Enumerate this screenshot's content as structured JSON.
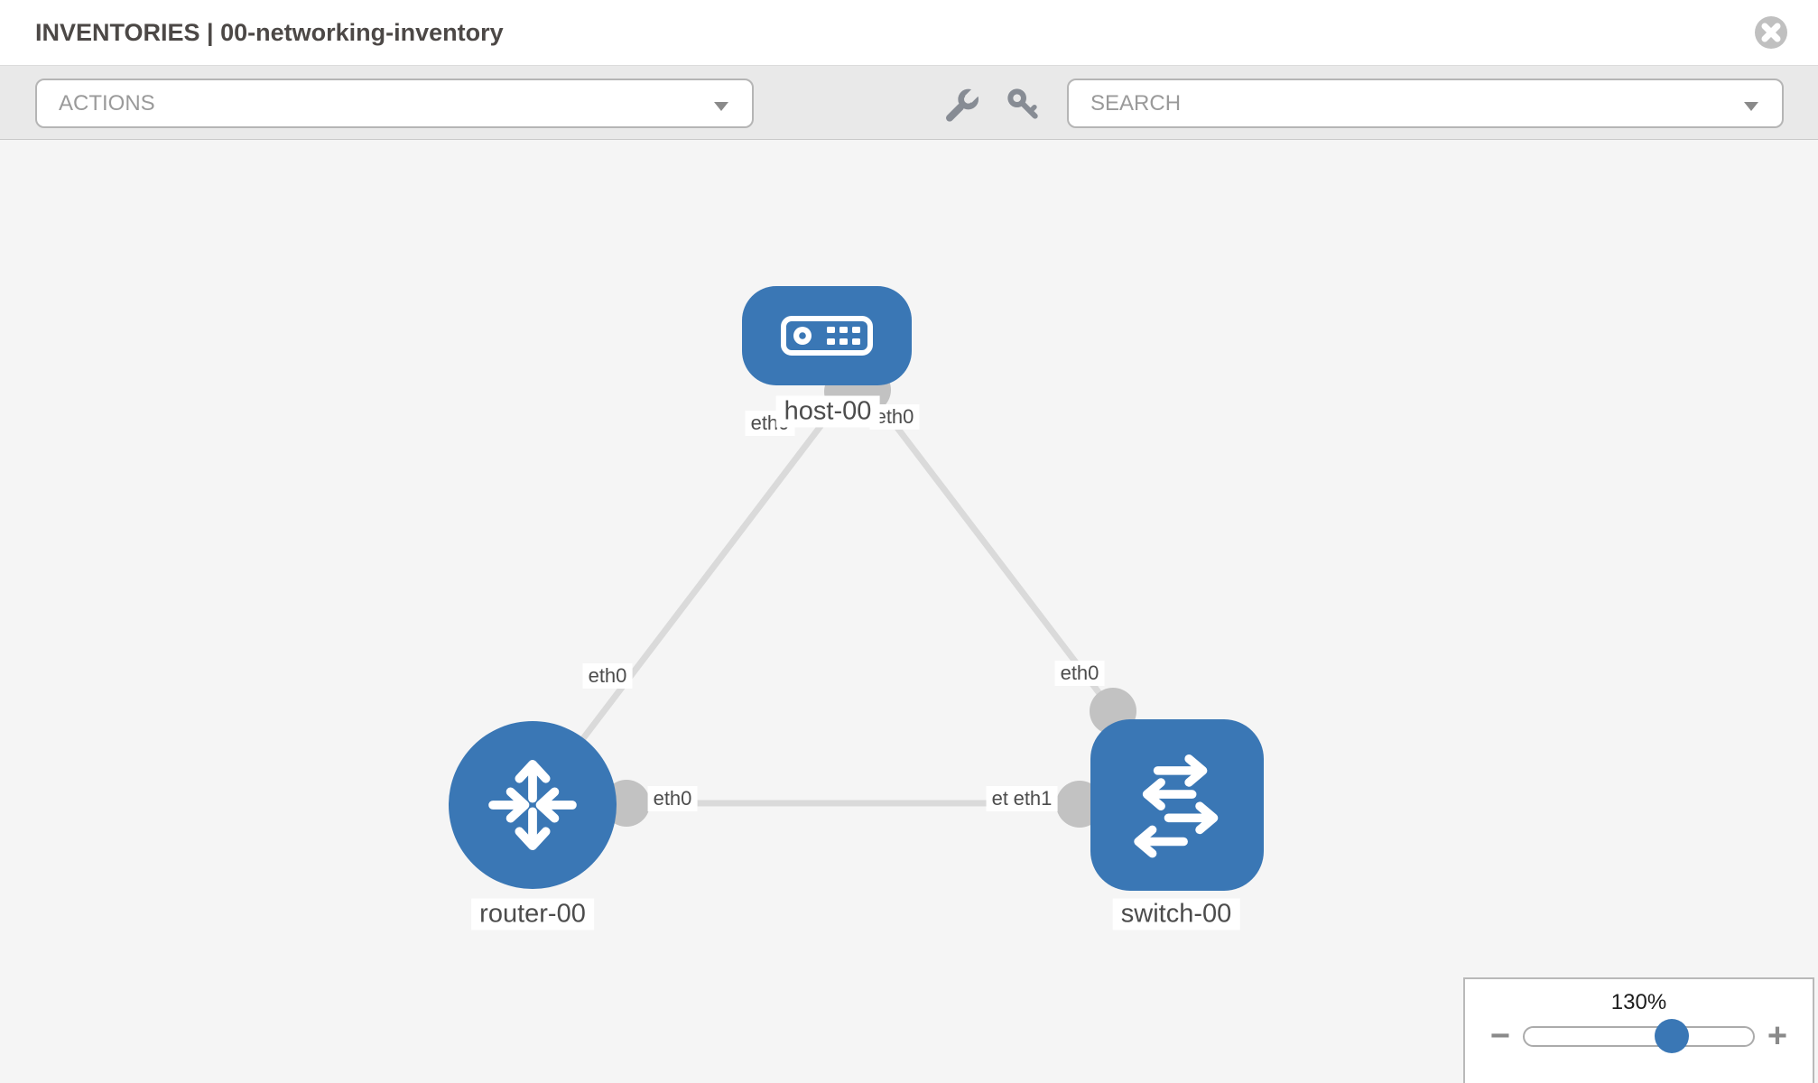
{
  "header": {
    "title": "INVENTORIES | 00-networking-inventory"
  },
  "toolbar": {
    "actions_label": "ACTIONS",
    "search_placeholder": "SEARCH",
    "icons": [
      "wrench-icon",
      "key-icon"
    ]
  },
  "zoom_widget": {
    "percent": "130%",
    "minus_label": "−",
    "plus_label": "+"
  },
  "topology": {
    "nodes": [
      {
        "label": "host-00",
        "type": "host"
      },
      {
        "label": "router-00",
        "type": "router"
      },
      {
        "label": "switch-00",
        "type": "switch"
      }
    ],
    "links": [
      {
        "from": "host-00",
        "to": "router-00"
      },
      {
        "from": "host-00",
        "to": "switch-00"
      },
      {
        "from": "router-00",
        "to": "switch-00"
      }
    ],
    "iface_labels": [
      {
        "text": "eth0",
        "location": "host-00 lower-left"
      },
      {
        "text": "eth0",
        "location": "host-00 lower-right"
      },
      {
        "text": "eth0",
        "location": "host/router link near router"
      },
      {
        "text": "eth0",
        "location": "host/switch link near switch"
      },
      {
        "text": "eth0",
        "location": "router/switch link near router"
      },
      {
        "text": "eth0",
        "location": "router/switch link near switch, underneath"
      },
      {
        "text": "eth1",
        "location": "router/switch link near switch, on top"
      }
    ]
  },
  "colors": {
    "node_blue": "#3a77b5",
    "link_gray": "#dadada",
    "port_gray": "#c2c2c2",
    "toolbar_bg": "#e9e9e9",
    "canvas_bg": "#f5f5f5",
    "label_text": "#4c4c4c"
  }
}
